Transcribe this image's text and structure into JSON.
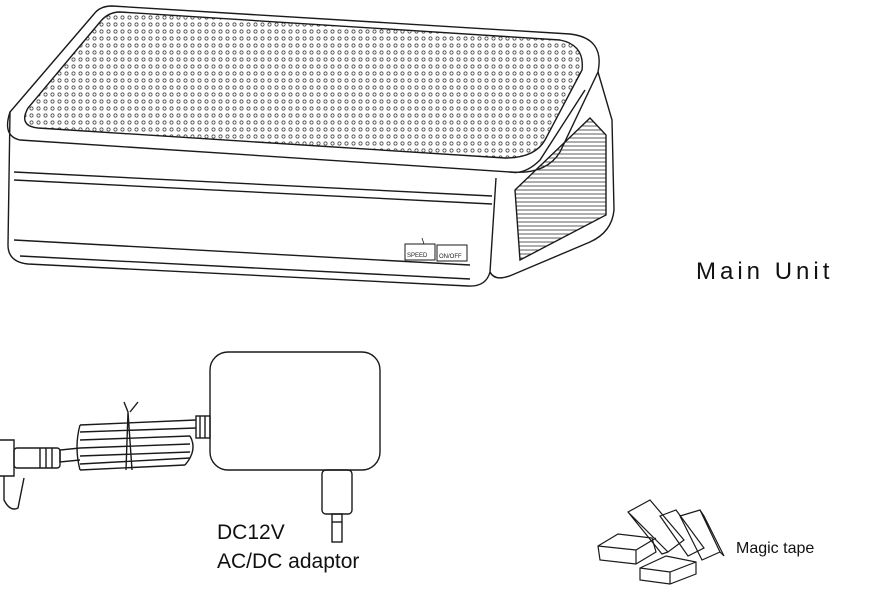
{
  "labels": {
    "main_unit": "Main Unit",
    "dc_voltage": "DC12V",
    "adaptor": "AC/DC adaptor",
    "magic_tape": "Magic tape",
    "speed_button": "SPEED",
    "onoff_button": "ON/OFF"
  },
  "colors": {
    "line": "#1a1a1a",
    "background": "#ffffff"
  }
}
